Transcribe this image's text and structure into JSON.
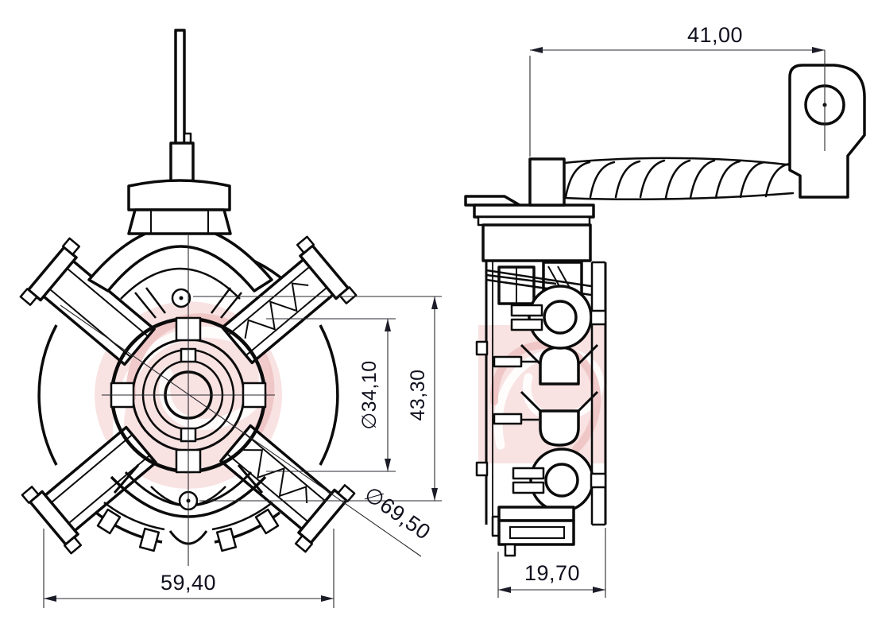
{
  "drawing": {
    "dimensions": {
      "wire_length": "41,00",
      "ring_diameter": "∅34,10",
      "hole_spacing": "43,30",
      "outer_diameter": "∅69,50",
      "overall_width": "59,40",
      "body_depth": "19,70"
    },
    "colors": {
      "line": "#0b0b0b",
      "dimension_text": "#10101e",
      "watermark": "#f8e2e2",
      "watermark_swirl": "#eec2c2"
    }
  }
}
